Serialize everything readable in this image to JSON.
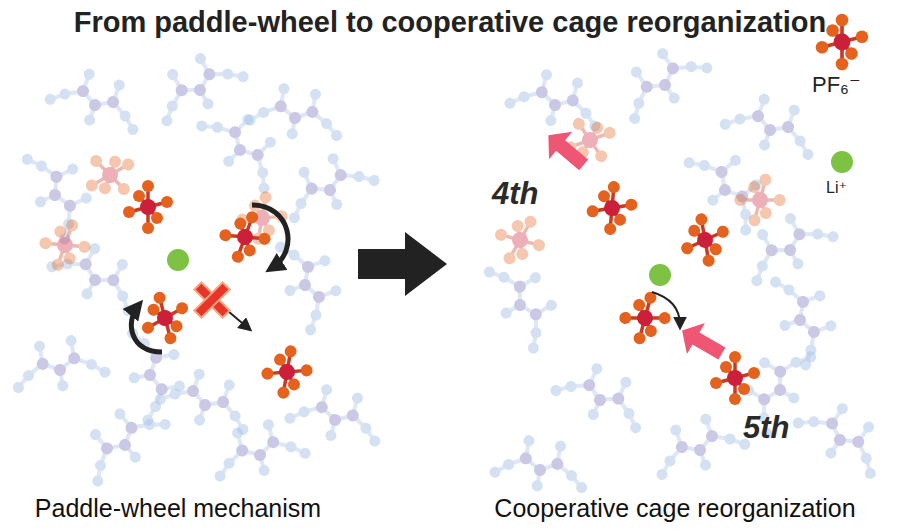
{
  "diagram": {
    "title": "From paddle-wheel to cooperative cage reorganization",
    "nodes": [
      {
        "text": [
          "Paddle-wheel mechanism"
        ]
      },
      {
        "text": [
          "Cooperative cage reorganization"
        ]
      }
    ],
    "edges": [
      {
        "from": 0,
        "to": 1,
        "arrow": "to"
      }
    ],
    "labels": [
      "4th",
      "5th"
    ],
    "legend": [
      {
        "text": "PF₆⁻"
      },
      {
        "text": "Li⁺",
        "color": "#7dc242"
      }
    ]
  }
}
